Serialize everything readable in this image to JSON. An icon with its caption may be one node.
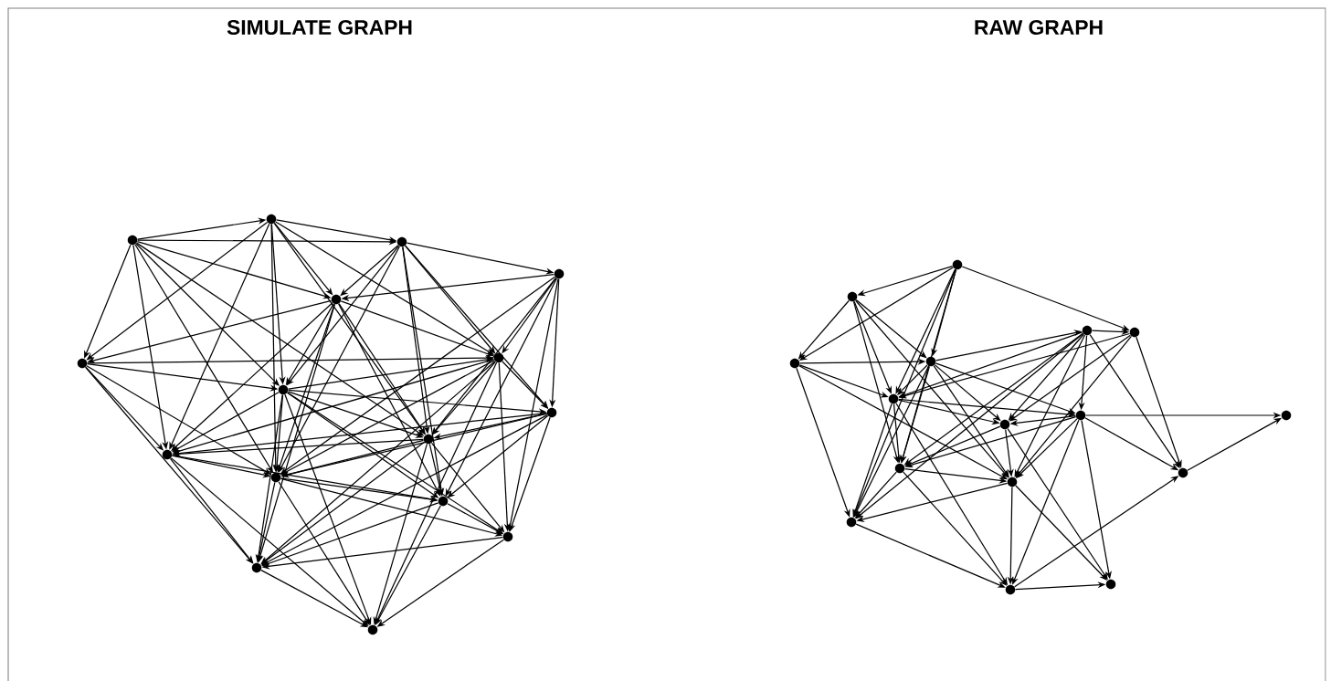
{
  "diagram": {
    "nodes": [
      {
        "text": [],
        "shape": "circle"
      },
      {
        "text": [],
        "shape": "circle"
      },
      {
        "text": [],
        "shape": "circle"
      },
      {
        "text": [],
        "shape": "circle"
      },
      {
        "text": [],
        "shape": "circle"
      },
      {
        "text": [],
        "shape": "circle"
      },
      {
        "text": [],
        "shape": "circle"
      },
      {
        "text": [],
        "shape": "circle"
      },
      {
        "text": [],
        "shape": "circle"
      },
      {
        "text": [],
        "shape": "circle"
      },
      {
        "text": [],
        "shape": "circle"
      },
      {
        "text": [],
        "shape": "circle"
      },
      {
        "text": [],
        "shape": "circle"
      },
      {
        "text": [],
        "shape": "circle"
      },
      {
        "text": [],
        "shape": "circle"
      },
      {
        "text": [],
        "shape": "circle"
      },
      {
        "text": [],
        "shape": "circle"
      },
      {
        "text": [],
        "shape": "circle"
      },
      {
        "text": [],
        "shape": "circle"
      },
      {
        "text": [],
        "shape": "circle"
      },
      {
        "text": [],
        "shape": "circle"
      },
      {
        "text": [],
        "shape": "circle"
      },
      {
        "text": [],
        "shape": "circle"
      },
      {
        "text": [],
        "shape": "circle"
      },
      {
        "text": [],
        "shape": "circle"
      },
      {
        "text": [],
        "shape": "circle"
      },
      {
        "text": [],
        "shape": "circle"
      },
      {
        "text": [],
        "shape": "circle"
      },
      {
        "text": [],
        "shape": "circle"
      },
      {
        "text": [],
        "shape": "circle"
      },
      {
        "text": [],
        "shape": "circle"
      },
      {
        "text": [],
        "shape": "circle"
      }
    ],
    "edges": [
      {
        "from": 0,
        "to": 1,
        "arrow": "to"
      },
      {
        "from": 0,
        "to": 2,
        "arrow": "to"
      },
      {
        "from": 0,
        "to": 4,
        "arrow": "to"
      },
      {
        "from": 0,
        "to": 5,
        "arrow": "to"
      },
      {
        "from": 0,
        "to": 10,
        "arrow": "to"
      },
      {
        "from": 0,
        "to": 11,
        "arrow": "to"
      },
      {
        "from": 0,
        "to": 6,
        "arrow": "to"
      },
      {
        "from": 0,
        "to": 9,
        "arrow": "to"
      },
      {
        "from": 1,
        "to": 2,
        "arrow": "to"
      },
      {
        "from": 1,
        "to": 4,
        "arrow": "to"
      },
      {
        "from": 1,
        "to": 5,
        "arrow": "to"
      },
      {
        "from": 1,
        "to": 6,
        "arrow": "to"
      },
      {
        "from": 1,
        "to": 7,
        "arrow": "to"
      },
      {
        "from": 1,
        "to": 11,
        "arrow": "to"
      },
      {
        "from": 1,
        "to": 9,
        "arrow": "to"
      },
      {
        "from": 1,
        "to": 10,
        "arrow": "to"
      },
      {
        "from": 2,
        "to": 3,
        "arrow": "to"
      },
      {
        "from": 2,
        "to": 4,
        "arrow": "to"
      },
      {
        "from": 2,
        "to": 7,
        "arrow": "to"
      },
      {
        "from": 2,
        "to": 8,
        "arrow": "to"
      },
      {
        "from": 2,
        "to": 9,
        "arrow": "to"
      },
      {
        "from": 2,
        "to": 11,
        "arrow": "to"
      },
      {
        "from": 2,
        "to": 6,
        "arrow": "to"
      },
      {
        "from": 2,
        "to": 12,
        "arrow": "to"
      },
      {
        "from": 3,
        "to": 4,
        "arrow": "to"
      },
      {
        "from": 3,
        "to": 7,
        "arrow": "to"
      },
      {
        "from": 3,
        "to": 8,
        "arrow": "to"
      },
      {
        "from": 3,
        "to": 12,
        "arrow": "to"
      },
      {
        "from": 3,
        "to": 9,
        "arrow": "to"
      },
      {
        "from": 3,
        "to": 13,
        "arrow": "to"
      },
      {
        "from": 3,
        "to": 11,
        "arrow": "to"
      },
      {
        "from": 4,
        "to": 5,
        "arrow": "to"
      },
      {
        "from": 4,
        "to": 6,
        "arrow": "to"
      },
      {
        "from": 4,
        "to": 7,
        "arrow": "to"
      },
      {
        "from": 4,
        "to": 9,
        "arrow": "to"
      },
      {
        "from": 4,
        "to": 12,
        "arrow": "to"
      },
      {
        "from": 4,
        "to": 11,
        "arrow": "to"
      },
      {
        "from": 4,
        "to": 10,
        "arrow": "to"
      },
      {
        "from": 4,
        "to": 14,
        "arrow": "to"
      },
      {
        "from": 5,
        "to": 6,
        "arrow": "to"
      },
      {
        "from": 5,
        "to": 7,
        "arrow": "to"
      },
      {
        "from": 5,
        "to": 10,
        "arrow": "to"
      },
      {
        "from": 5,
        "to": 14,
        "arrow": "to"
      },
      {
        "from": 5,
        "to": 11,
        "arrow": "to"
      },
      {
        "from": 6,
        "to": 7,
        "arrow": "to"
      },
      {
        "from": 6,
        "to": 8,
        "arrow": "to"
      },
      {
        "from": 6,
        "to": 9,
        "arrow": "to"
      },
      {
        "from": 6,
        "to": 10,
        "arrow": "to"
      },
      {
        "from": 6,
        "to": 11,
        "arrow": "to"
      },
      {
        "from": 6,
        "to": 12,
        "arrow": "to"
      },
      {
        "from": 6,
        "to": 14,
        "arrow": "to"
      },
      {
        "from": 6,
        "to": 15,
        "arrow": "to"
      },
      {
        "from": 6,
        "to": 13,
        "arrow": "to"
      },
      {
        "from": 7,
        "to": 8,
        "arrow": "to"
      },
      {
        "from": 7,
        "to": 9,
        "arrow": "to"
      },
      {
        "from": 7,
        "to": 10,
        "arrow": "to"
      },
      {
        "from": 7,
        "to": 11,
        "arrow": "to"
      },
      {
        "from": 7,
        "to": 13,
        "arrow": "to"
      },
      {
        "from": 7,
        "to": 14,
        "arrow": "to"
      },
      {
        "from": 7,
        "to": 15,
        "arrow": "to"
      },
      {
        "from": 8,
        "to": 9,
        "arrow": "to"
      },
      {
        "from": 8,
        "to": 10,
        "arrow": "to"
      },
      {
        "from": 8,
        "to": 11,
        "arrow": "to"
      },
      {
        "from": 8,
        "to": 13,
        "arrow": "to"
      },
      {
        "from": 8,
        "to": 14,
        "arrow": "to"
      },
      {
        "from": 8,
        "to": 12,
        "arrow": "to"
      },
      {
        "from": 9,
        "to": 10,
        "arrow": "to"
      },
      {
        "from": 9,
        "to": 11,
        "arrow": "to"
      },
      {
        "from": 9,
        "to": 12,
        "arrow": "to"
      },
      {
        "from": 9,
        "to": 13,
        "arrow": "to"
      },
      {
        "from": 9,
        "to": 14,
        "arrow": "to"
      },
      {
        "from": 9,
        "to": 15,
        "arrow": "to"
      },
      {
        "from": 10,
        "to": 11,
        "arrow": "to"
      },
      {
        "from": 10,
        "to": 12,
        "arrow": "to"
      },
      {
        "from": 10,
        "to": 14,
        "arrow": "to"
      },
      {
        "from": 10,
        "to": 15,
        "arrow": "to"
      },
      {
        "from": 11,
        "to": 12,
        "arrow": "to"
      },
      {
        "from": 11,
        "to": 13,
        "arrow": "to"
      },
      {
        "from": 11,
        "to": 14,
        "arrow": "to"
      },
      {
        "from": 11,
        "to": 15,
        "arrow": "to"
      },
      {
        "from": 12,
        "to": 13,
        "arrow": "to"
      },
      {
        "from": 12,
        "to": 14,
        "arrow": "to"
      },
      {
        "from": 12,
        "to": 15,
        "arrow": "to"
      },
      {
        "from": 13,
        "to": 14,
        "arrow": "to"
      },
      {
        "from": 13,
        "to": 15,
        "arrow": "to"
      },
      {
        "from": 14,
        "to": 15,
        "arrow": "to"
      },
      {
        "from": 16,
        "to": 17,
        "arrow": "to"
      },
      {
        "from": 16,
        "to": 18,
        "arrow": "to"
      },
      {
        "from": 16,
        "to": 19,
        "arrow": "to"
      },
      {
        "from": 16,
        "to": 21,
        "arrow": "to"
      },
      {
        "from": 16,
        "to": 22,
        "arrow": "to"
      },
      {
        "from": 16,
        "to": 26,
        "arrow": "to"
      },
      {
        "from": 16,
        "to": 29,
        "arrow": "to"
      },
      {
        "from": 17,
        "to": 18,
        "arrow": "to"
      },
      {
        "from": 17,
        "to": 19,
        "arrow": "to"
      },
      {
        "from": 17,
        "to": 22,
        "arrow": "to"
      },
      {
        "from": 17,
        "to": 26,
        "arrow": "to"
      },
      {
        "from": 17,
        "to": 27,
        "arrow": "to"
      },
      {
        "from": 18,
        "to": 19,
        "arrow": "to"
      },
      {
        "from": 18,
        "to": 22,
        "arrow": "to"
      },
      {
        "from": 18,
        "to": 29,
        "arrow": "to"
      },
      {
        "from": 18,
        "to": 27,
        "arrow": "to"
      },
      {
        "from": 19,
        "to": 20,
        "arrow": "to"
      },
      {
        "from": 19,
        "to": 22,
        "arrow": "to"
      },
      {
        "from": 19,
        "to": 23,
        "arrow": "to"
      },
      {
        "from": 19,
        "to": 26,
        "arrow": "to"
      },
      {
        "from": 19,
        "to": 27,
        "arrow": "to"
      },
      {
        "from": 19,
        "to": 29,
        "arrow": "to"
      },
      {
        "from": 19,
        "to": 24,
        "arrow": "to"
      },
      {
        "from": 20,
        "to": 21,
        "arrow": "to"
      },
      {
        "from": 20,
        "to": 23,
        "arrow": "to"
      },
      {
        "from": 20,
        "to": 28,
        "arrow": "to"
      },
      {
        "from": 20,
        "to": 24,
        "arrow": "to"
      },
      {
        "from": 20,
        "to": 22,
        "arrow": "to"
      },
      {
        "from": 20,
        "to": 26,
        "arrow": "to"
      },
      {
        "from": 20,
        "to": 27,
        "arrow": "to"
      },
      {
        "from": 20,
        "to": 29,
        "arrow": "to"
      },
      {
        "from": 21,
        "to": 28,
        "arrow": "to"
      },
      {
        "from": 21,
        "to": 24,
        "arrow": "to"
      },
      {
        "from": 21,
        "to": 22,
        "arrow": "to"
      },
      {
        "from": 21,
        "to": 27,
        "arrow": "to"
      },
      {
        "from": 22,
        "to": 23,
        "arrow": "to"
      },
      {
        "from": 22,
        "to": 24,
        "arrow": "to"
      },
      {
        "from": 22,
        "to": 26,
        "arrow": "to"
      },
      {
        "from": 22,
        "to": 29,
        "arrow": "to"
      },
      {
        "from": 22,
        "to": 30,
        "arrow": "to"
      },
      {
        "from": 23,
        "to": 25,
        "arrow": "to"
      },
      {
        "from": 23,
        "to": 28,
        "arrow": "to"
      },
      {
        "from": 23,
        "to": 24,
        "arrow": "to"
      },
      {
        "from": 23,
        "to": 26,
        "arrow": "to"
      },
      {
        "from": 23,
        "to": 27,
        "arrow": "to"
      },
      {
        "from": 23,
        "to": 31,
        "arrow": "to"
      },
      {
        "from": 23,
        "to": 30,
        "arrow": "to"
      },
      {
        "from": 24,
        "to": 26,
        "arrow": "to"
      },
      {
        "from": 24,
        "to": 27,
        "arrow": "to"
      },
      {
        "from": 24,
        "to": 31,
        "arrow": "to"
      },
      {
        "from": 28,
        "to": 25,
        "arrow": "to"
      },
      {
        "from": 26,
        "to": 27,
        "arrow": "to"
      },
      {
        "from": 26,
        "to": 29,
        "arrow": "to"
      },
      {
        "from": 26,
        "to": 30,
        "arrow": "to"
      },
      {
        "from": 27,
        "to": 29,
        "arrow": "to"
      },
      {
        "from": 27,
        "to": 30,
        "arrow": "to"
      },
      {
        "from": 27,
        "to": 31,
        "arrow": "to"
      },
      {
        "from": 29,
        "to": 30,
        "arrow": "to"
      },
      {
        "from": 30,
        "to": 31,
        "arrow": "to"
      },
      {
        "from": 30,
        "to": 28,
        "arrow": "to"
      }
    ],
    "labels": [
      "SIMULATE GRAPH",
      "RAW GRAPH"
    ]
  }
}
